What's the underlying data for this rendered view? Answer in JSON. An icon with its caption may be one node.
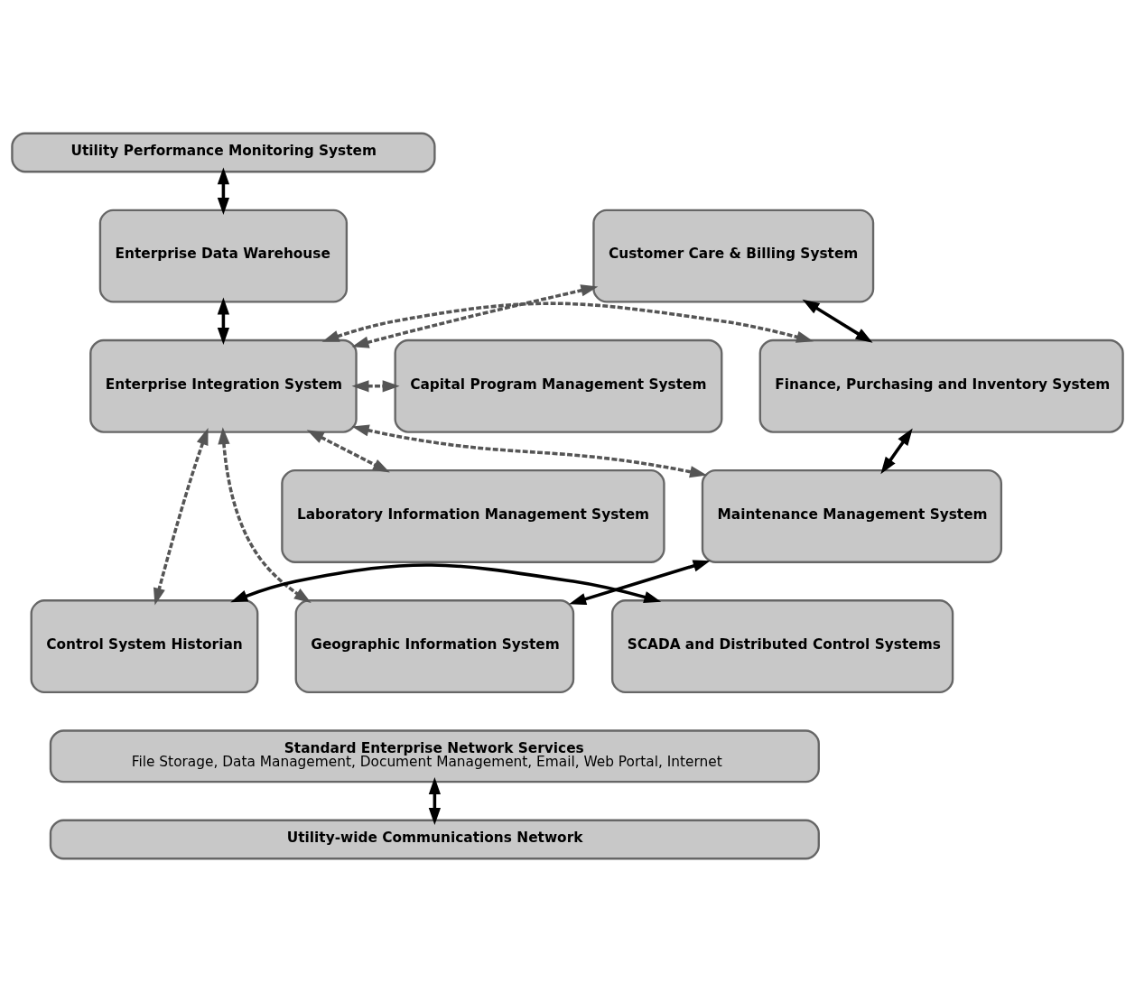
{
  "diagram": {
    "nodes": [
      {
        "text": [
          "Utility Performance Monitoring System"
        ]
      },
      {
        "text": [
          "Customer Care & Billing System"
        ]
      },
      {
        "text": [
          "Enterprise Data Warehouse"
        ]
      },
      {
        "text": [
          "Capital Program Management System"
        ]
      },
      {
        "text": [
          "Finance, Purchasing and Inventory System"
        ]
      },
      {
        "text": [
          "Enterprise Integration System"
        ]
      },
      {
        "text": [
          "Laboratory Information Management System"
        ]
      },
      {
        "text": [
          "Maintenance Management System"
        ]
      },
      {
        "text": [
          "Geographic Information System"
        ]
      },
      {
        "text": [
          "Control System Historian"
        ]
      },
      {
        "text": [
          "SCADA and Distributed Control Systems"
        ]
      },
      {
        "text": [
          "Standard Enterprise Network Services",
          "File Storage, Data Management, Document Management, Email, Web Portal, Internet"
        ]
      },
      {
        "text": [
          "Utility-wide Communications Network"
        ]
      }
    ],
    "edges": [
      {
        "from": 0,
        "to": 2,
        "arrow": "both"
      },
      {
        "from": 2,
        "to": 5,
        "arrow": "both"
      },
      {
        "from": 1,
        "to": 4,
        "arrow": "both"
      },
      {
        "from": 4,
        "to": 7,
        "arrow": "both"
      },
      {
        "from": 7,
        "to": 8,
        "arrow": "both"
      },
      {
        "from": 5,
        "to": 1,
        "arrow": "both",
        "style": "dashed",
        "color": "#555555"
      },
      {
        "from": 5,
        "to": 4,
        "arrow": "both",
        "style": "dashed",
        "color": "#555555"
      },
      {
        "from": 5,
        "to": 7,
        "arrow": "both",
        "style": "dashed",
        "color": "#555555"
      },
      {
        "from": 5,
        "to": 8,
        "arrow": "both",
        "style": "dashed",
        "color": "#555555"
      },
      {
        "from": 5,
        "to": 3,
        "arrow": "both",
        "style": "dashed",
        "color": "#555555"
      },
      {
        "from": 5,
        "to": 6,
        "arrow": "both",
        "style": "dashed",
        "color": "#555555"
      },
      {
        "from": 5,
        "to": 9,
        "arrow": "both",
        "style": "dashed",
        "color": "#555555"
      },
      {
        "from": 9,
        "to": 10,
        "arrow": "both"
      },
      {
        "from": 11,
        "to": 12,
        "arrow": "both"
      }
    ]
  }
}
